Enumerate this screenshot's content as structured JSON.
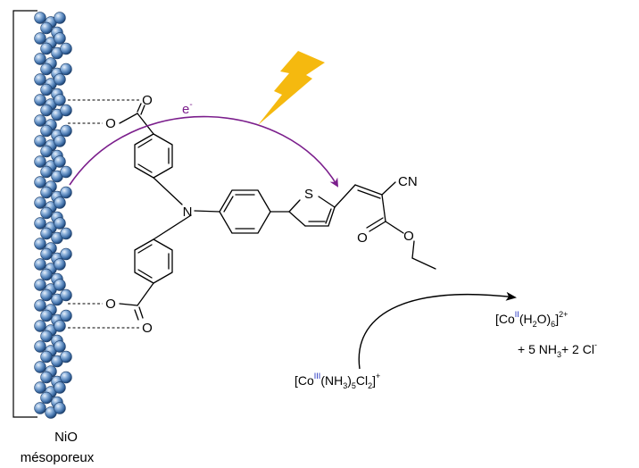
{
  "substrate": {
    "label_line1": "NiO",
    "label_line2": "mésoporeux",
    "bead_color": "#3f6fa8"
  },
  "dye": {
    "atoms": {
      "oxygen": "O",
      "nitrogen": "N",
      "sulfur": "S",
      "cyano": "CN"
    },
    "electron_label": "e",
    "electron_charge": "-",
    "arrow_color": "#7b1e8c"
  },
  "lightning": {
    "color": "#f5b90f"
  },
  "cobalt": {
    "roman_color": "#1f2fbf",
    "reactant": {
      "prefix": "[Co",
      "oxidation_state": "III",
      "ligands_a": "(NH",
      "sub_a": "3",
      "ligands_b": ")",
      "sub_b": "5",
      "ligands_c": "Cl",
      "sub_c": "2",
      "ligands_d": "]",
      "charge": "+"
    },
    "product": {
      "prefix": "[Co",
      "oxidation_state": "II",
      "ligands_a": "(H",
      "sub_a": "2",
      "ligands_b": "O)",
      "sub_b": "6",
      "ligands_c": "]",
      "charge": "2+"
    },
    "byproducts": {
      "text_a": "+ 5 NH",
      "sub_a": "3",
      "text_b": "+ 2 Cl",
      "charge": "-"
    }
  }
}
